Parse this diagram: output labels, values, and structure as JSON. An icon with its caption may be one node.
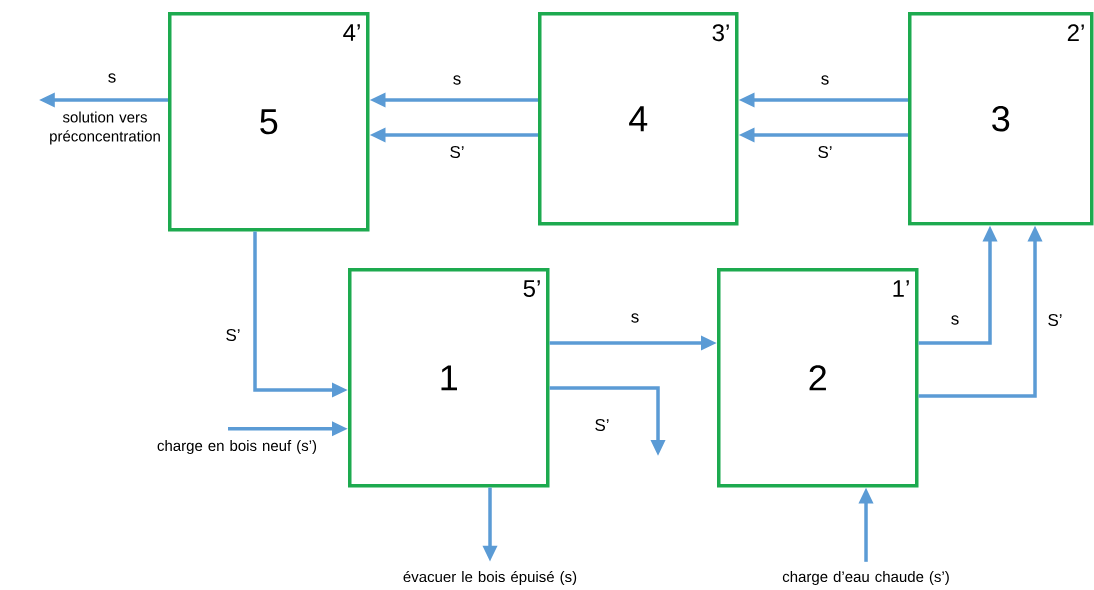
{
  "diagram": {
    "nodes": [
      {
        "text": [
          "5",
          "4’"
        ]
      },
      {
        "text": [
          "4",
          "3’"
        ]
      },
      {
        "text": [
          "3",
          "2’"
        ]
      },
      {
        "text": [
          "1",
          "5’"
        ]
      },
      {
        "text": [
          "2",
          "1’"
        ]
      },
      {
        "text": [
          "solution vers préconcentration"
        ]
      },
      {
        "text": [
          "charge en bois neuf (s’)"
        ]
      },
      {
        "text": [
          "évacuer le bois épuisé (s)"
        ]
      },
      {
        "text": [
          "charge d’eau chaude (s’)"
        ]
      }
    ],
    "edges": [
      {
        "from": 0,
        "to": 5,
        "arrow": "to",
        "label": "s"
      },
      {
        "from": 1,
        "to": 0,
        "arrow": "to",
        "label": "s"
      },
      {
        "from": 1,
        "to": 0,
        "arrow": "to",
        "label": "S’"
      },
      {
        "from": 2,
        "to": 1,
        "arrow": "to",
        "label": "s"
      },
      {
        "from": 2,
        "to": 1,
        "arrow": "to",
        "label": "S’"
      },
      {
        "from": 0,
        "to": 3,
        "arrow": "to",
        "label": "S’"
      },
      {
        "from": 6,
        "to": 3,
        "arrow": "to"
      },
      {
        "from": 3,
        "to": 4,
        "arrow": "to",
        "label": "s"
      },
      {
        "from": 3,
        "to": null,
        "arrow": "to",
        "label": "S’"
      },
      {
        "from": 3,
        "to": 7,
        "arrow": "to"
      },
      {
        "from": 4,
        "to": 2,
        "arrow": "to",
        "label": "s"
      },
      {
        "from": 4,
        "to": 2,
        "arrow": "to",
        "label": "S’"
      },
      {
        "from": 8,
        "to": 4,
        "arrow": "to"
      }
    ]
  }
}
